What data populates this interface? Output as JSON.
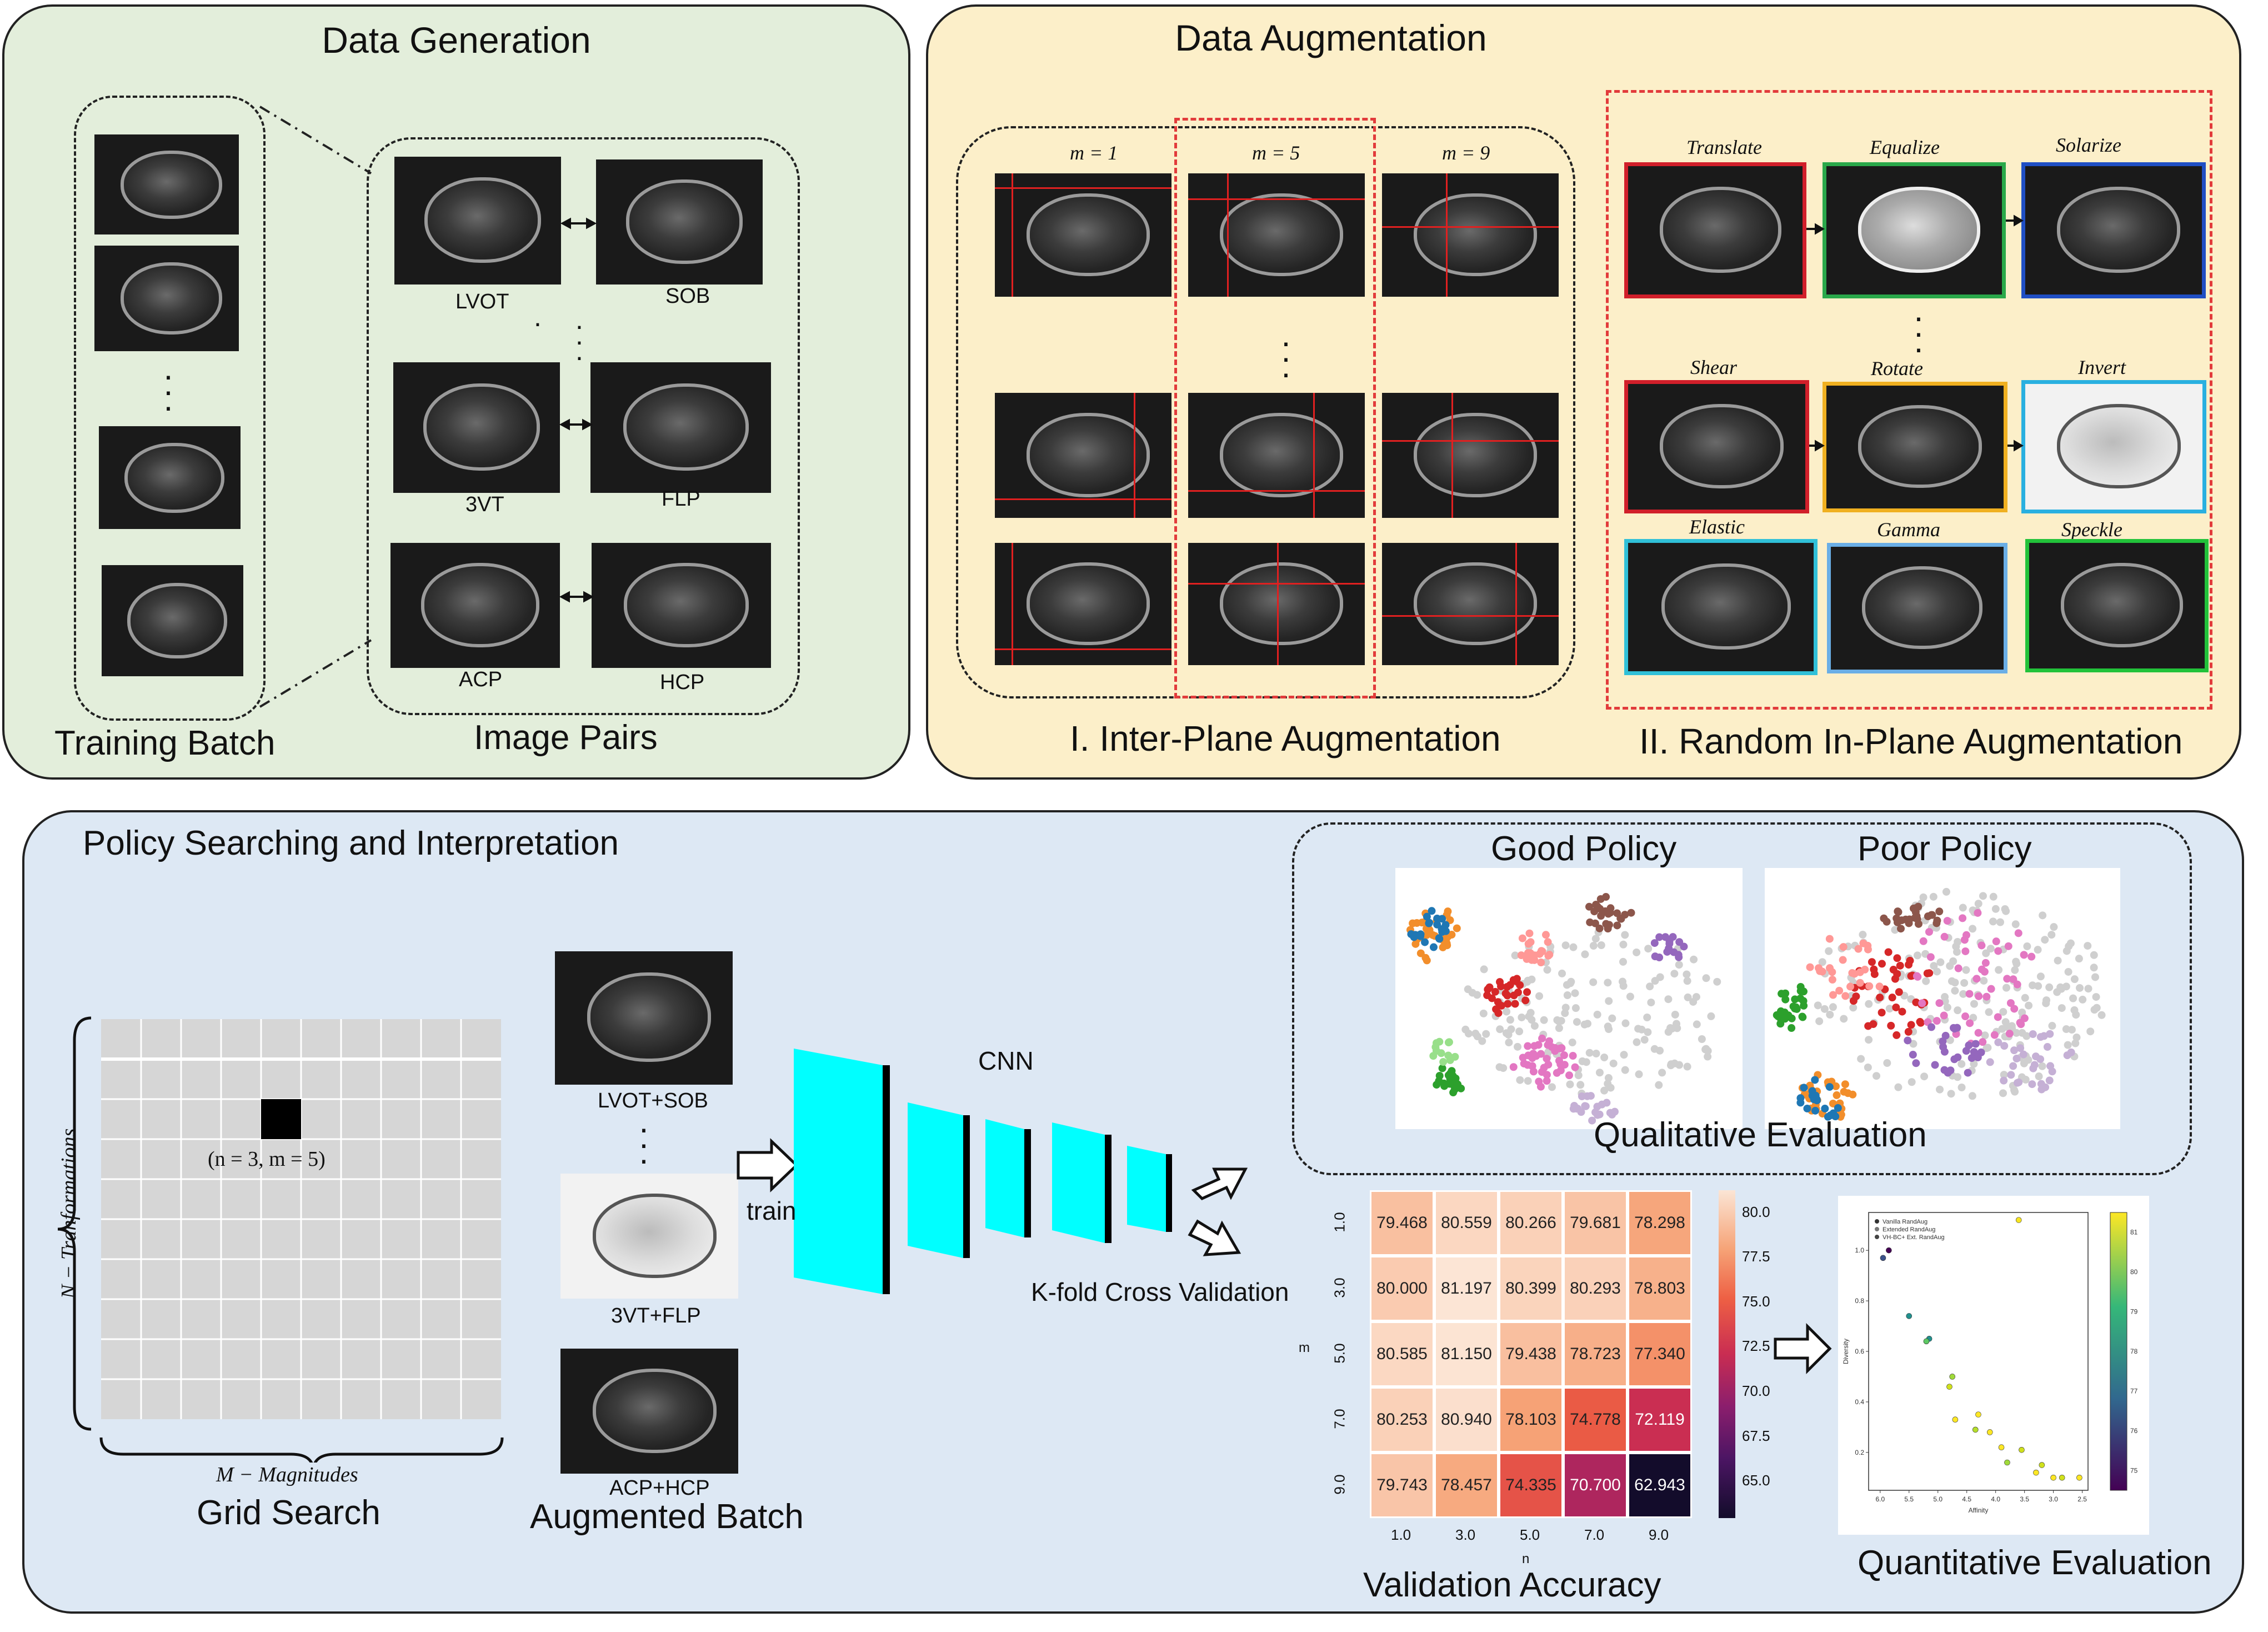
{
  "panels": {
    "generation": {
      "title": "Data Generation",
      "training_batch": "Training Batch",
      "image_pairs": "Image Pairs",
      "pair_labels": [
        "LVOT",
        "SOB",
        "3VT",
        "FLP",
        "ACP",
        "HCP"
      ]
    },
    "augmentation": {
      "title": "Data Augmentation",
      "inter_plane": "I. Inter-Plane Augmentation",
      "in_plane": "II. Random In-Plane Augmentation",
      "m_labels": [
        "m = 1",
        "m = 5",
        "m = 9"
      ],
      "ops": [
        "Translate",
        "Equalize",
        "Solarize",
        "Shear",
        "Rotate",
        "Invert",
        "Elastic",
        "Gamma",
        "Speckle"
      ],
      "op_colors": [
        "#d11f2a",
        "#2aa84a",
        "#1f4fc4",
        "#d11f2a",
        "#f0b020",
        "#2ab0e0",
        "#30c0d8",
        "#6aaee6",
        "#22c23a"
      ]
    },
    "policy": {
      "title": "Policy Searching and Interpretation",
      "n_axis": "N − Tranformations",
      "m_axis": "M − Magnitudes",
      "grid_search": "Grid Search",
      "grid_point": "(n = 3, m =  5)",
      "batch_labels": [
        "LVOT+SOB",
        "3VT+FLP",
        "ACP+HCP"
      ],
      "augmented_batch": "Augmented Batch",
      "train": "train",
      "cnn": "CNN",
      "kfold": "K-fold Cross Validation",
      "good_policy": "Good Policy",
      "poor_policy": "Poor Policy",
      "qualitative": "Qualitative Evaluation",
      "validation_accuracy": "Validation Accuracy",
      "quantitative": "Quantitative Evaluation"
    }
  },
  "chart_data": [
    {
      "type": "heatmap",
      "title": "Validation Accuracy",
      "xlabel": "n",
      "ylabel": "m",
      "x": [
        "1.0",
        "3.0",
        "5.0",
        "7.0",
        "9.0"
      ],
      "y": [
        "1.0",
        "3.0",
        "5.0",
        "7.0",
        "9.0"
      ],
      "values": [
        [
          79.468,
          80.559,
          80.266,
          79.681,
          78.298
        ],
        [
          80.0,
          81.197,
          80.399,
          80.293,
          78.803
        ],
        [
          80.585,
          81.15,
          79.438,
          78.723,
          77.34
        ],
        [
          80.253,
          80.94,
          78.103,
          74.778,
          72.119
        ],
        [
          79.743,
          78.457,
          74.335,
          70.7,
          62.943
        ]
      ],
      "value_labels": [
        [
          "79.468",
          "80.559",
          "80.266",
          "79.681",
          "78.298"
        ],
        [
          "80.000",
          "81.197",
          "80.399",
          "80.293",
          "78.803"
        ],
        [
          "80.585",
          "81.150",
          "79.438",
          "78.723",
          "77.340"
        ],
        [
          "80.253",
          "80.940",
          "78.103",
          "74.778",
          "72.119"
        ],
        [
          "79.743",
          "78.457",
          "74.335",
          "70.700",
          "62.943"
        ]
      ],
      "colorbar_ticks": [
        "80.0",
        "77.5",
        "75.0",
        "72.5",
        "70.0",
        "67.5",
        "65.0"
      ],
      "colorbar_range": [
        62.9,
        81.2
      ]
    },
    {
      "type": "scatter",
      "title": "Quantitative Evaluation",
      "xlabel": "Affinity",
      "ylabel": "Diversity",
      "legend": [
        "Vanilla RandAug",
        "Extended RandAug",
        "VH-BC+ Ext. RandAug"
      ],
      "x_ticks": [
        "6.0",
        "5.5",
        "5.0",
        "4.5",
        "4.0",
        "3.5",
        "3.0",
        "2.5"
      ],
      "y_ticks": [
        "0.2",
        "0.4",
        "0.6",
        "0.8",
        "1.0"
      ],
      "xlim": [
        6.2,
        2.4
      ],
      "ylim": [
        0.05,
        1.15
      ],
      "colorbar_ticks": [
        "75",
        "76",
        "77",
        "78",
        "79",
        "80",
        "81"
      ],
      "points": [
        {
          "x": 3.6,
          "y": 1.12
        },
        {
          "x": 5.85,
          "y": 1.0
        },
        {
          "x": 5.95,
          "y": 0.97
        },
        {
          "x": 5.5,
          "y": 0.74
        },
        {
          "x": 5.15,
          "y": 0.65
        },
        {
          "x": 5.2,
          "y": 0.64
        },
        {
          "x": 4.75,
          "y": 0.5
        },
        {
          "x": 4.8,
          "y": 0.46
        },
        {
          "x": 4.7,
          "y": 0.33
        },
        {
          "x": 4.3,
          "y": 0.35
        },
        {
          "x": 4.35,
          "y": 0.29
        },
        {
          "x": 4.1,
          "y": 0.28
        },
        {
          "x": 3.9,
          "y": 0.22
        },
        {
          "x": 3.55,
          "y": 0.21
        },
        {
          "x": 3.8,
          "y": 0.16
        },
        {
          "x": 3.3,
          "y": 0.12
        },
        {
          "x": 3.2,
          "y": 0.15
        },
        {
          "x": 3.0,
          "y": 0.1
        },
        {
          "x": 2.85,
          "y": 0.1
        },
        {
          "x": 2.55,
          "y": 0.1
        }
      ]
    }
  ]
}
